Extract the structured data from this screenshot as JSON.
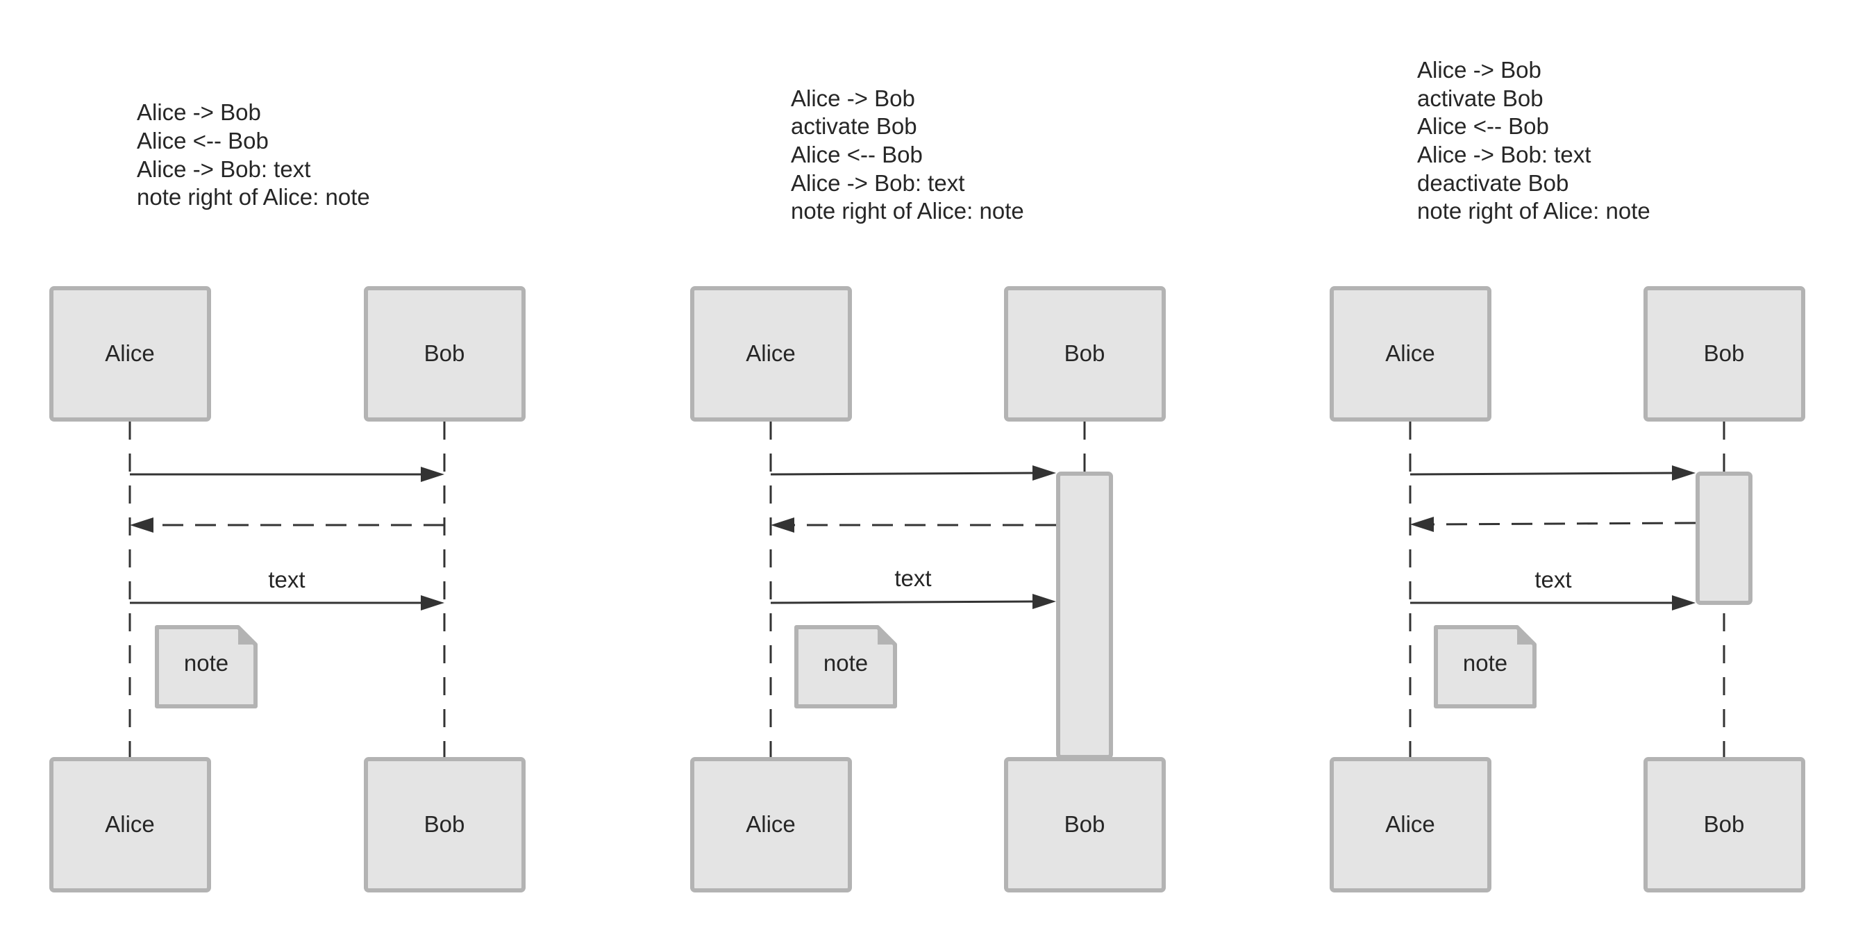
{
  "panels": [
    {
      "script_lines": [
        "Alice -> Bob",
        "Alice <-- Bob",
        "Alice -> Bob: text",
        "note right of Alice: note"
      ],
      "participants": {
        "left": "Alice",
        "right": "Bob"
      },
      "message_label": "text",
      "note_text": "note",
      "activation": "none"
    },
    {
      "script_lines": [
        "Alice -> Bob",
        "activate Bob",
        "Alice <-- Bob",
        "Alice -> Bob: text",
        "note right of Alice: note"
      ],
      "participants": {
        "left": "Alice",
        "right": "Bob"
      },
      "message_label": "text",
      "note_text": "note",
      "activation": "open-to-end"
    },
    {
      "script_lines": [
        "Alice -> Bob",
        "activate Bob",
        "Alice <-- Bob",
        "Alice -> Bob: text",
        "deactivate Bob",
        "note right of Alice: note"
      ],
      "participants": {
        "left": "Alice",
        "right": "Bob"
      },
      "message_label": "text",
      "note_text": "note",
      "activation": "deactivated-after-third-message"
    }
  ],
  "colors": {
    "box_fill": "#e4e4e4",
    "box_border": "#b3b3b3",
    "line": "#333333",
    "text": "#262626"
  }
}
